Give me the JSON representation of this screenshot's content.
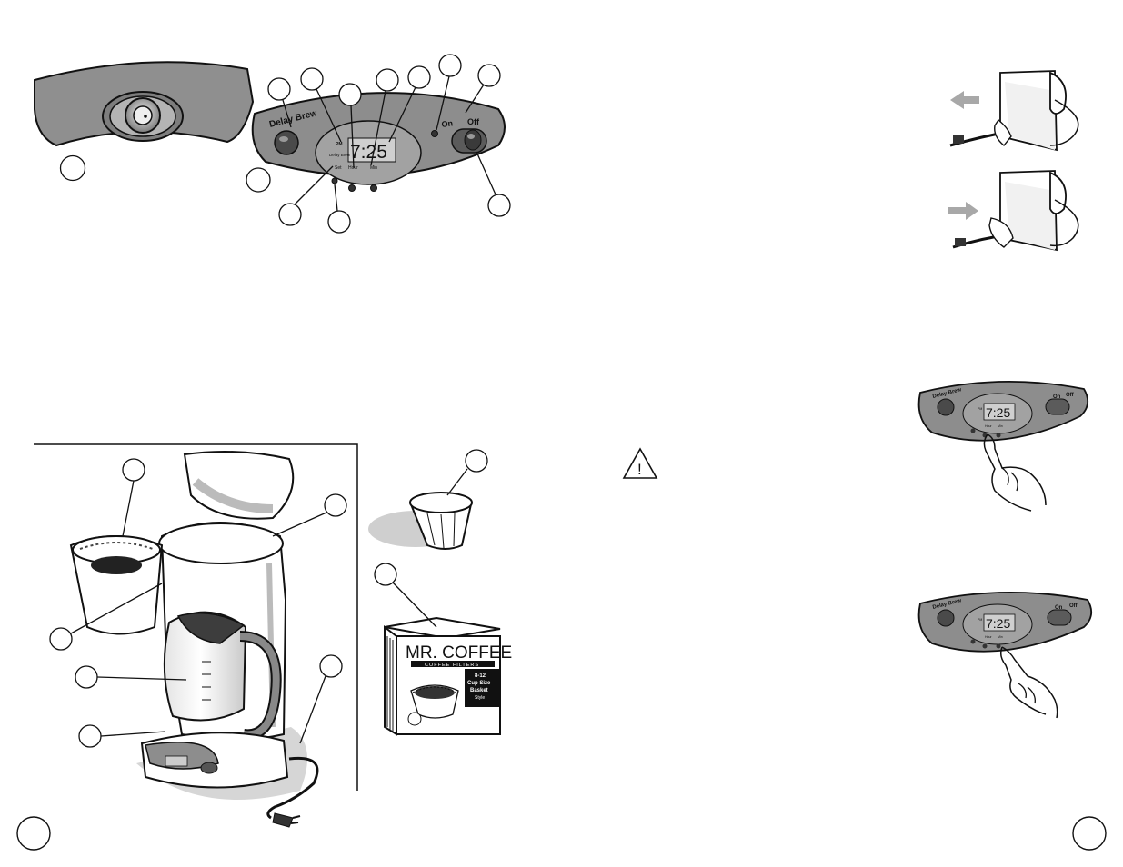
{
  "panel": {
    "delay_brew_label": "Delay Brew",
    "on_label": "On",
    "off_label": "Off",
    "clock_display": "7:25",
    "pm_label": "PM",
    "delay_brew_small": "Delay Brew",
    "set_label": "Set",
    "hour_label": "Hour",
    "min_label": "Min"
  },
  "filter_box": {
    "brand": "MR. COFFEE",
    "subtitle": "COFFEE FILTERS",
    "size_line1": "8-12",
    "size_line2": "Cup Size",
    "size_line3": "Basket",
    "size_line4": "Style"
  },
  "warning_symbol": "!",
  "colors": {
    "panel_gray": "#8e8e8e",
    "panel_dark": "#5a5a5a",
    "line": "#111111",
    "shadow": "#d4d4d4",
    "arrow_gray": "#a8a8a8"
  }
}
